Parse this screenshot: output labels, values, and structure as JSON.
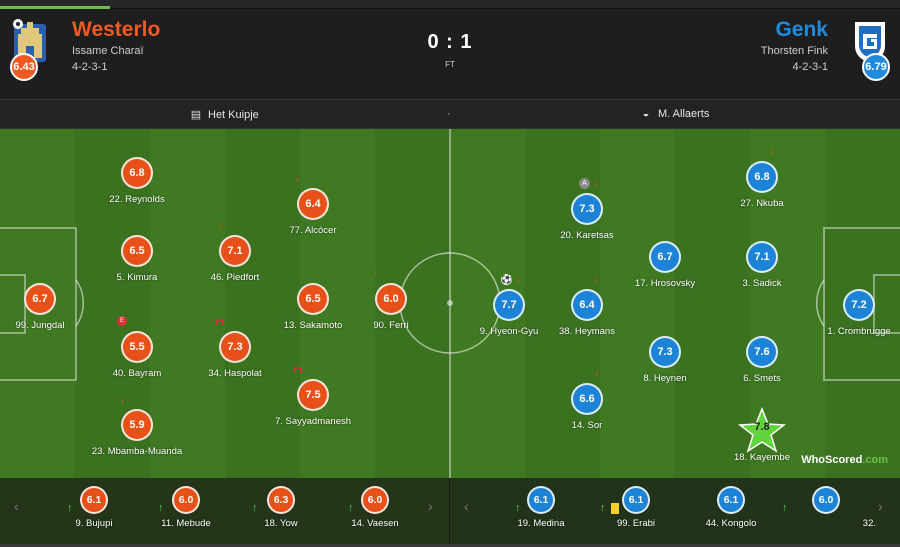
{
  "home": {
    "name": "Westerlo",
    "coach": "Issame Charaï",
    "formation": "4-2-3-1",
    "rating": "6.43",
    "color": "#f05a22"
  },
  "away": {
    "name": "Genk",
    "coach": "Thorsten Fink",
    "formation": "4-2-3-1",
    "rating": "6.79",
    "color": "#1e8bdf"
  },
  "score": "0 : 1",
  "status": "FT",
  "venue": "Het Kuipje",
  "separator": "·",
  "referee": "M. Allaerts",
  "branding": {
    "who": "WhoScored",
    "dot": ".com"
  },
  "home_players": [
    {
      "rating": "6.7",
      "label": "99. Jungdal"
    },
    {
      "rating": "6.8",
      "label": "22. Reynolds"
    },
    {
      "rating": "6.5",
      "label": "5. Kimura"
    },
    {
      "rating": "5.5",
      "label": "40. Bayram"
    },
    {
      "rating": "5.9",
      "label": "23. Mbamba-Muanda"
    },
    {
      "rating": "7.1",
      "label": "46. Piedfort"
    },
    {
      "rating": "7.3",
      "label": "34. Haspolat"
    },
    {
      "rating": "6.4",
      "label": "77. Alcócer"
    },
    {
      "rating": "6.5",
      "label": "13. Sakamoto"
    },
    {
      "rating": "7.5",
      "label": "7. Sayyadmanesh"
    },
    {
      "rating": "6.0",
      "label": "90. Ferri"
    }
  ],
  "away_players": [
    {
      "rating": "7.7",
      "label": "9. Hyeon-Gyu"
    },
    {
      "rating": "7.3",
      "label": "20. Karetsas"
    },
    {
      "rating": "6.4",
      "label": "38. Heymans"
    },
    {
      "rating": "6.6",
      "label": "14. Sor"
    },
    {
      "rating": "6.7",
      "label": "17. Hrosovsky"
    },
    {
      "rating": "7.3",
      "label": "8. Heynen"
    },
    {
      "rating": "6.8",
      "label": "27. Nkuba"
    },
    {
      "rating": "7.1",
      "label": "3. Sadick"
    },
    {
      "rating": "7.6",
      "label": "6. Smets"
    },
    {
      "rating": "7.8",
      "label": "18. Kayembe"
    },
    {
      "rating": "7.2",
      "label": "1. Crombrugge"
    }
  ],
  "home_subs": [
    {
      "rating": "6.1",
      "label": "9. Bujupi"
    },
    {
      "rating": "6.0",
      "label": "11. Mebude"
    },
    {
      "rating": "6.3",
      "label": "18. Yow"
    },
    {
      "rating": "6.0",
      "label": "14. Vaesen"
    }
  ],
  "away_subs": [
    {
      "rating": "6.1",
      "label": "19. Medina"
    },
    {
      "rating": "6.1",
      "label": "99. Erabi"
    },
    {
      "rating": "6.1",
      "label": "44. Kongolo"
    },
    {
      "rating": "6.0",
      "label": "32."
    }
  ],
  "icons": {
    "sub_off": "↓",
    "sub_on": "↑",
    "error": "E",
    "captain": "A",
    "goal": "⚽",
    "prev": "‹",
    "next": "›",
    "stadium": "stadium-icon",
    "whistle": "whistle-icon"
  }
}
